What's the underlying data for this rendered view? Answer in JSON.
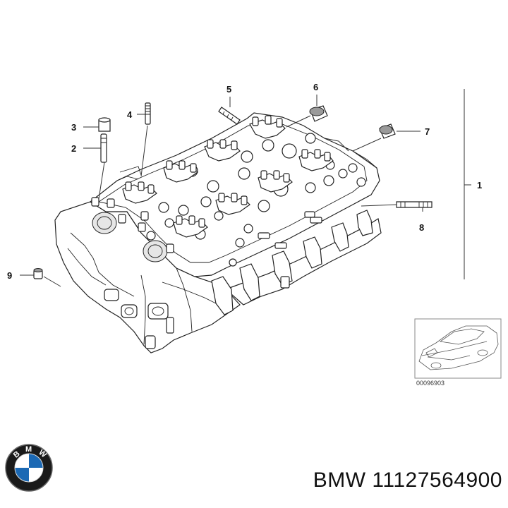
{
  "callouts": [
    {
      "id": "c1",
      "label": "1"
    },
    {
      "id": "c2",
      "label": "2"
    },
    {
      "id": "c3",
      "label": "3"
    },
    {
      "id": "c4",
      "label": "4"
    },
    {
      "id": "c5",
      "label": "5"
    },
    {
      "id": "c6",
      "label": "6"
    },
    {
      "id": "c7",
      "label": "7"
    },
    {
      "id": "c8",
      "label": "8"
    },
    {
      "id": "c9",
      "label": "9"
    }
  ],
  "thumbnail": {
    "code": "00096903"
  },
  "logo": {
    "letters": [
      "B",
      "M",
      "W"
    ],
    "icon": "bmw-roundel-icon"
  },
  "part_title": "BMW 11127564900",
  "colors": {
    "roundel_blue": "#1c69b4",
    "roundel_ring": "#1a1a1a",
    "line": "#222222"
  }
}
